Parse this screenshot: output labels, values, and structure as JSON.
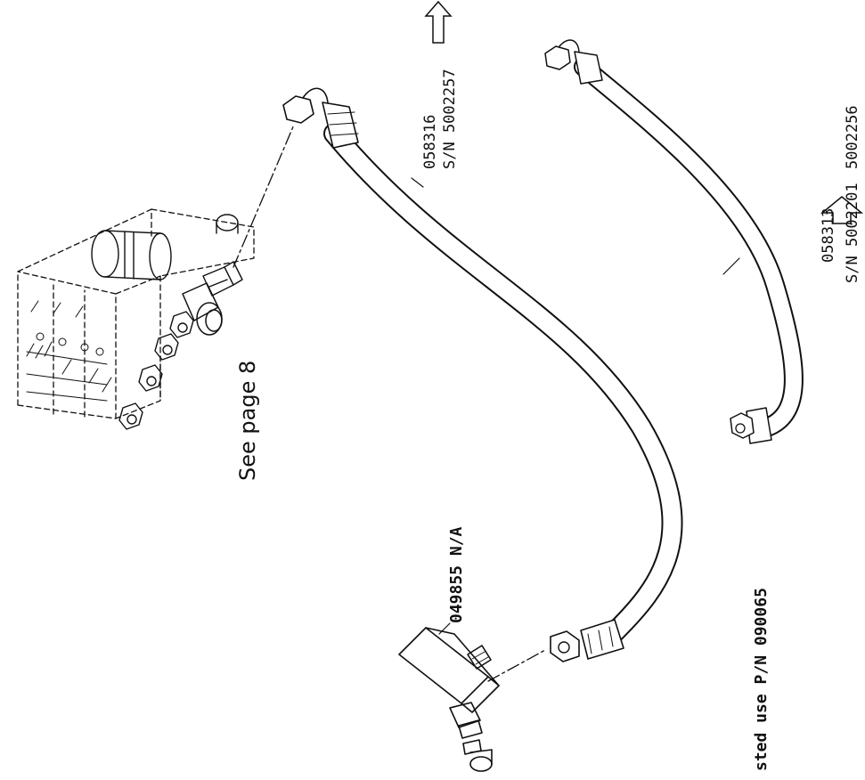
{
  "diagram": {
    "labels": {
      "part_058316": "058316",
      "sn_5002257": "S/N 5002257",
      "part_058313": "058313",
      "sn_5002201": "S/N 5002201",
      "sn_5002256": "5002256",
      "part_049855": "049855 N/A",
      "see_page": "See page 8",
      "suggested_use": "sted use P/N 090065"
    },
    "icons": [
      "arrow-up-icon",
      "arrow-right-icon"
    ]
  }
}
